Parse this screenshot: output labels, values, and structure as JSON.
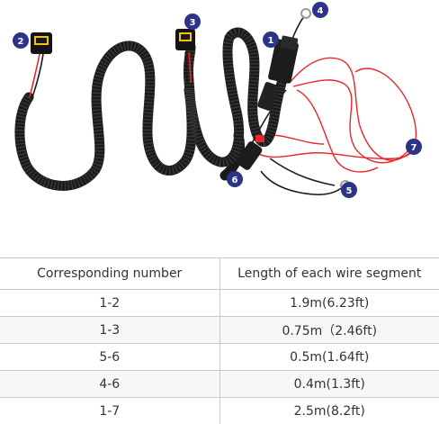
{
  "badges": [
    "1",
    "2",
    "3",
    "4",
    "5",
    "6",
    "7"
  ],
  "colors": {
    "harness_black": "#1a1a1a",
    "wire_red": "#e8262b",
    "connector_yellow": "#f2c21b",
    "badge_blue": "#2c3486",
    "table_border": "#c9c9c9"
  },
  "table": {
    "headers": [
      "Corresponding number",
      "Length of each wire segment"
    ],
    "rows": [
      {
        "number": "1-2",
        "length": "1.9m(6.23ft)"
      },
      {
        "number": "1-3",
        "length": "0.75m（2.46ft)"
      },
      {
        "number": "5-6",
        "length": "0.5m(1.64ft)"
      },
      {
        "number": "4-6",
        "length": "0.4m(1.3ft)"
      },
      {
        "number": "1-7",
        "length": "2.5m(8.2ft)"
      }
    ]
  }
}
